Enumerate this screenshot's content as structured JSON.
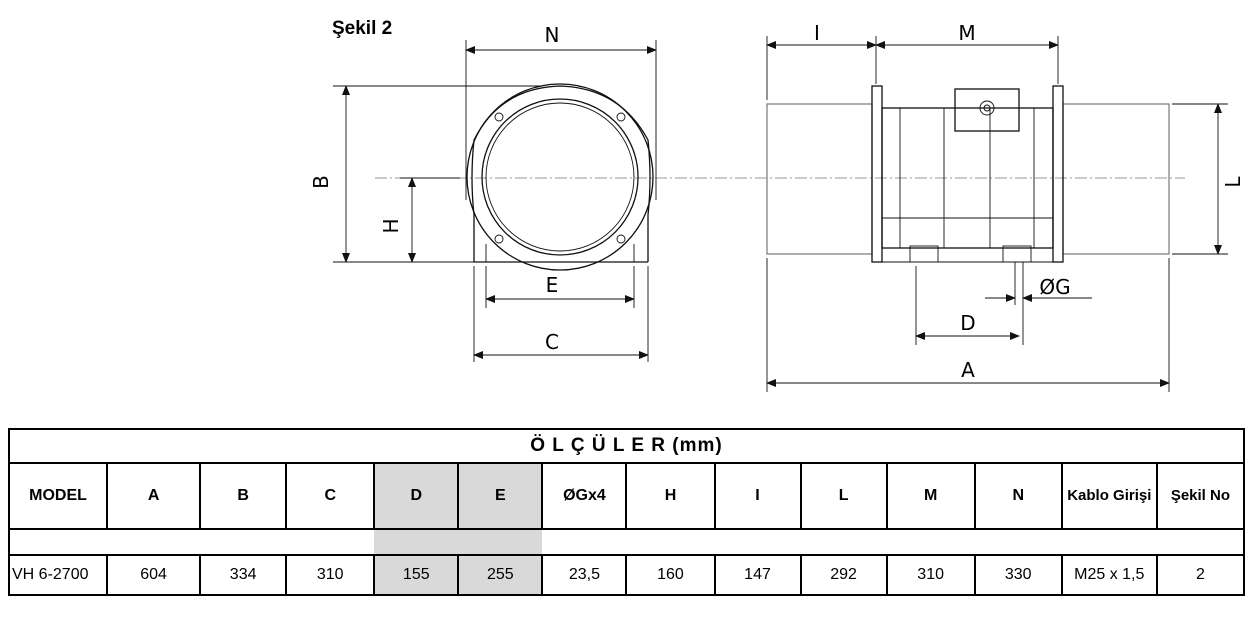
{
  "figure": {
    "title": "Şekil 2",
    "labels": {
      "N": "N",
      "B": "B",
      "H": "H",
      "E": "E",
      "C": "C",
      "I": "I",
      "M": "M",
      "L": "L",
      "G": "ØG",
      "D": "D",
      "A": "A"
    }
  },
  "table": {
    "title": "Ö L Ç Ü L E R  (mm)",
    "headers": [
      "MODEL",
      "A",
      "B",
      "C",
      "D",
      "E",
      "ØGx4",
      "H",
      "I",
      "L",
      "M",
      "N",
      "Kablo Girişi",
      "Şekil No"
    ],
    "rows": [
      [
        "VH 6-2700",
        "604",
        "334",
        "310",
        "155",
        "255",
        "23,5",
        "160",
        "147",
        "292",
        "310",
        "330",
        "M25 x 1,5",
        "2"
      ]
    ]
  }
}
